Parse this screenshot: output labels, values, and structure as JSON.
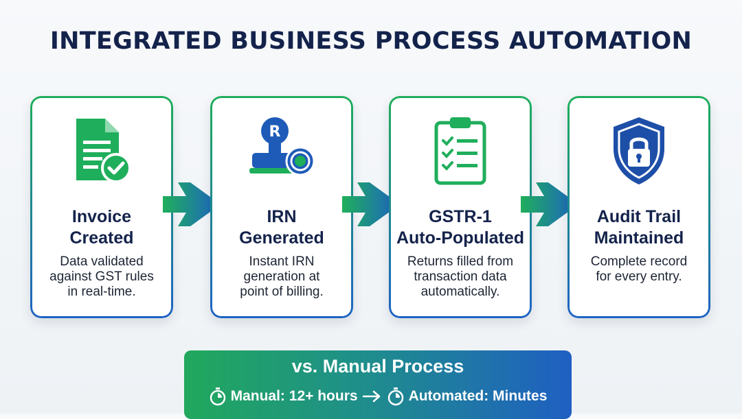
{
  "title": "INTEGRATED BUSINESS PROCESS AUTOMATION",
  "steps": [
    {
      "icon": "invoice-document-check-icon",
      "title_line1": "Invoice",
      "title_line2": "Created",
      "desc_line1": "Data validated",
      "desc_line2": "against GST rules",
      "desc_line3": "in real-time."
    },
    {
      "icon": "irn-stamp-icon",
      "icon_letter": "R",
      "title_line1": "IRN",
      "title_line2": "Generated",
      "desc_line1": "Instant IRN",
      "desc_line2": "generation at",
      "desc_line3": "point of billing."
    },
    {
      "icon": "clipboard-checklist-icon",
      "title_line1": "GSTR-1",
      "title_line2": "Auto-Populated",
      "desc_line1": "Returns filled from",
      "desc_line2": "transaction data",
      "desc_line3": "automatically."
    },
    {
      "icon": "shield-lock-icon",
      "title_line1": "Audit Trail",
      "title_line2": "Maintained",
      "desc_line1": "Complete record",
      "desc_line2": "for every entry.",
      "desc_line3": ""
    }
  ],
  "comparison": {
    "title": "vs. Manual Process",
    "manual_label": "Manual: 12+ hours",
    "automated_label": "Automated: Minutes"
  },
  "colors": {
    "navy": "#14234b",
    "green": "#1fae5b",
    "blue": "#1e63c4"
  }
}
